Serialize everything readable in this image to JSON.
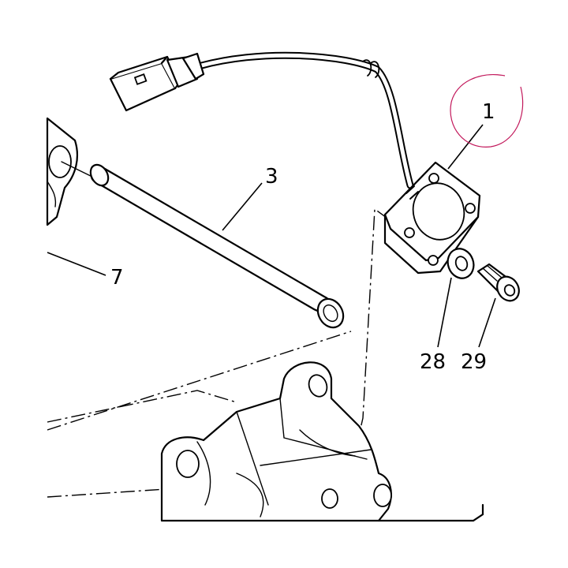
{
  "callouts": [
    {
      "id": "c1",
      "label": "1"
    },
    {
      "id": "c3",
      "label": "3"
    },
    {
      "id": "c7",
      "label": "7"
    },
    {
      "id": "c28",
      "label": "28"
    },
    {
      "id": "c29",
      "label": "29"
    }
  ],
  "colors": {
    "line": "#000000",
    "background": "#ffffff",
    "highlight_circle": "#c2185b"
  }
}
